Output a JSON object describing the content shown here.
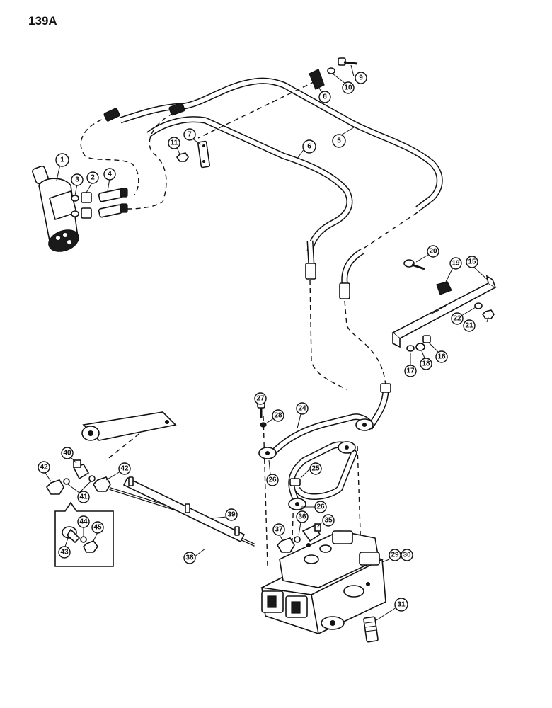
{
  "page": {
    "title": "139A"
  },
  "callouts": [
    {
      "label": "1"
    },
    {
      "label": "2"
    },
    {
      "label": "3"
    },
    {
      "label": "4"
    },
    {
      "label": "5"
    },
    {
      "label": "6"
    },
    {
      "label": "7"
    },
    {
      "label": "8"
    },
    {
      "label": "9"
    },
    {
      "label": "10"
    },
    {
      "label": "11"
    },
    {
      "label": "15"
    },
    {
      "label": "16"
    },
    {
      "label": "17"
    },
    {
      "label": "18"
    },
    {
      "label": "19"
    },
    {
      "label": "20"
    },
    {
      "label": "21"
    },
    {
      "label": "22"
    },
    {
      "label": "24"
    },
    {
      "label": "25"
    },
    {
      "label": "26"
    },
    {
      "label": "26"
    },
    {
      "label": "27"
    },
    {
      "label": "28"
    },
    {
      "label": "29"
    },
    {
      "label": "30"
    },
    {
      "label": "31"
    },
    {
      "label": "35"
    },
    {
      "label": "36"
    },
    {
      "label": "37"
    },
    {
      "label": "38"
    },
    {
      "label": "39"
    },
    {
      "label": "40"
    },
    {
      "label": "41"
    },
    {
      "label": "42"
    },
    {
      "label": "42"
    },
    {
      "label": "43"
    },
    {
      "label": "44"
    },
    {
      "label": "45"
    }
  ]
}
